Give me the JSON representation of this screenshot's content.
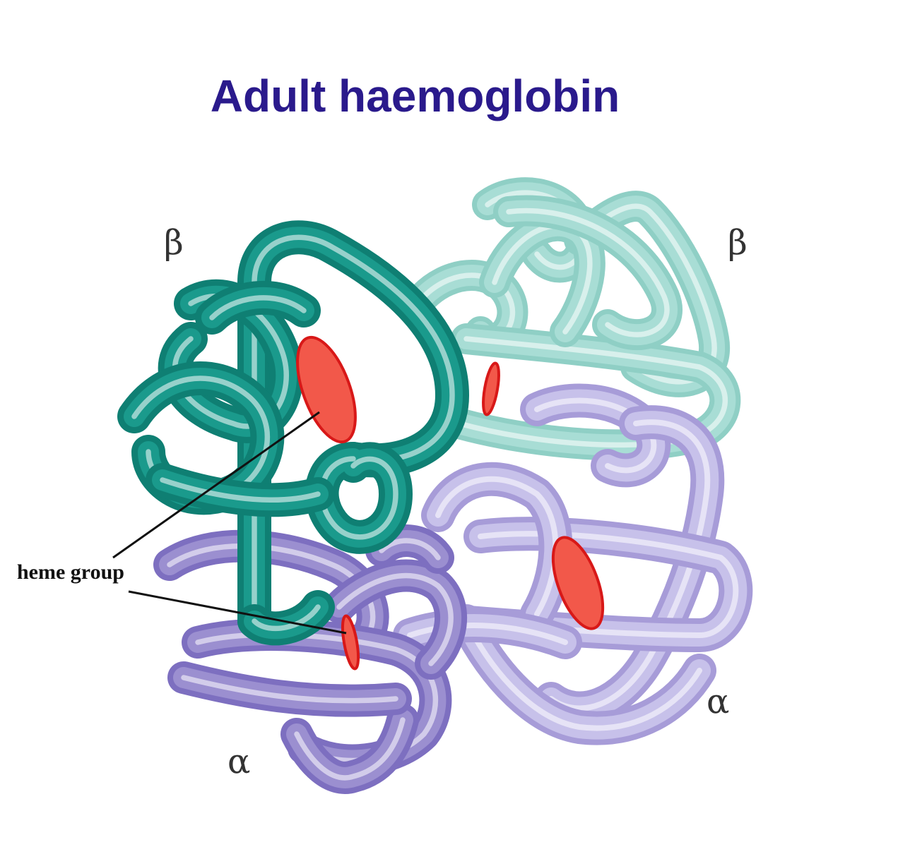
{
  "title": "Adult haemoglobin",
  "labels": {
    "beta_left": "β",
    "beta_right": "β",
    "alpha_left": "α",
    "alpha_right": "α",
    "heme_group": "heme group"
  },
  "colors": {
    "title": "#2a1a8c",
    "beta_dark": "#1a9a8c",
    "beta_light": "#a8ddd5",
    "alpha_dark": "#9b8fd0",
    "alpha_light": "#c7c1ea",
    "heme": "#f2584a",
    "heme_edge": "#d81818"
  }
}
